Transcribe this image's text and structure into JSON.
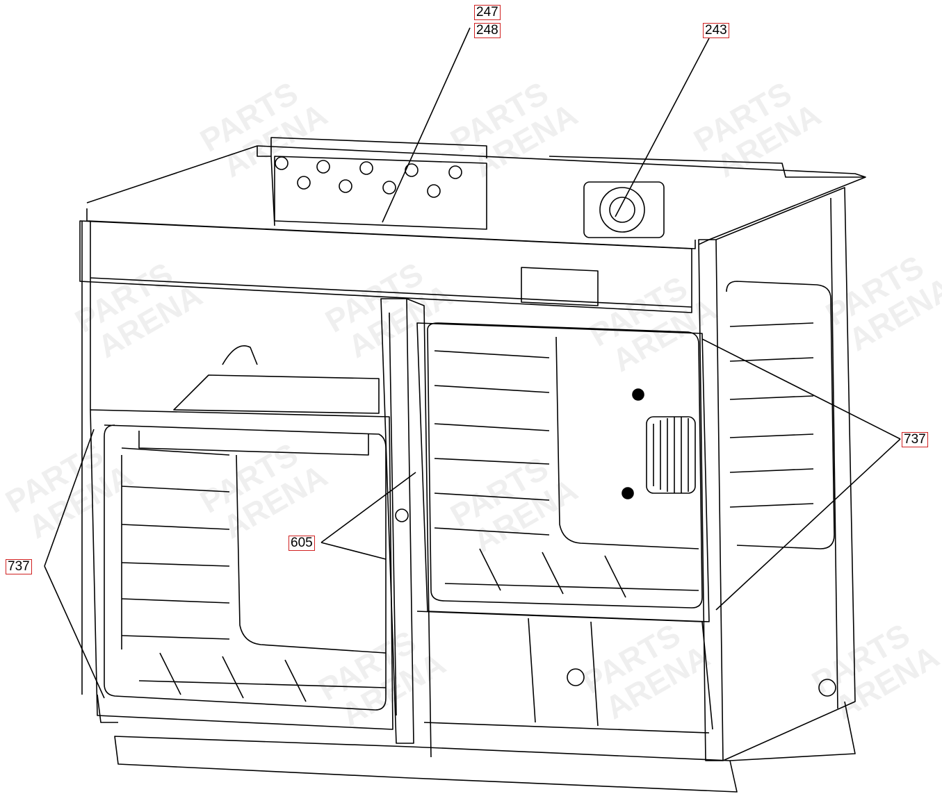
{
  "callouts": {
    "c247": "247",
    "c248": "248",
    "c243": "243",
    "c737_right": "737",
    "c737_left": "737",
    "c605": "605"
  },
  "watermark": {
    "line1": "PARTS",
    "line2": "ARENA"
  },
  "colors": {
    "callout_border": "#d02020",
    "line": "#000000",
    "watermark": "#000000"
  }
}
